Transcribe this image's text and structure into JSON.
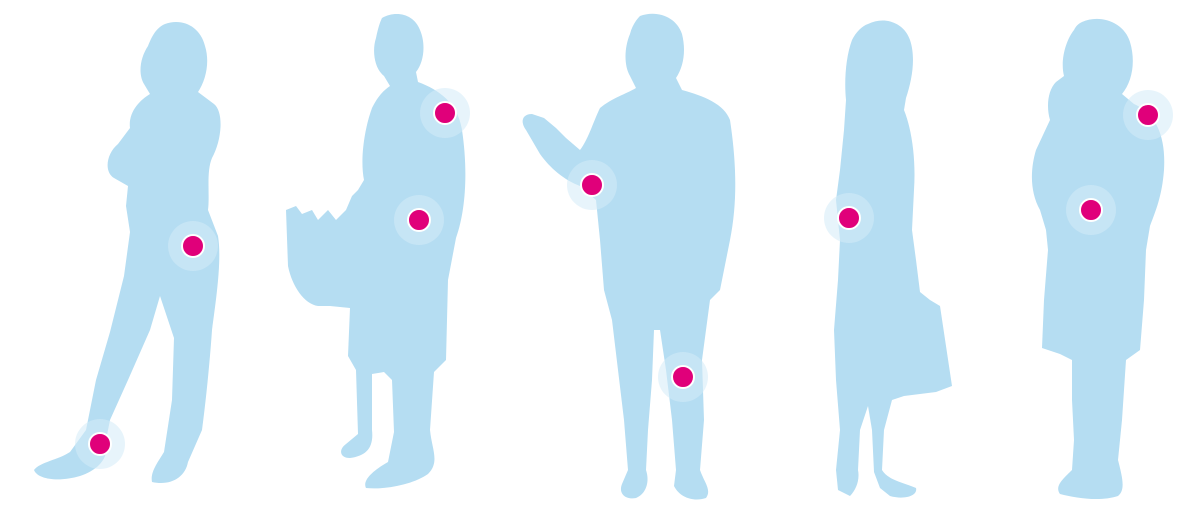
{
  "colors": {
    "background": "#ffffff",
    "silhouette": "#b5ddf2",
    "marker_halo": "#d4ebf7",
    "marker_dot": "#e0007a"
  },
  "figures": [
    {
      "name": "woman-arms-crossed",
      "markers": [
        "hip",
        "ankle"
      ]
    },
    {
      "name": "man-with-basket",
      "markers": [
        "shoulder",
        "hip"
      ]
    },
    {
      "name": "man-gesturing",
      "markers": [
        "elbow",
        "knee"
      ]
    },
    {
      "name": "woman-with-bag",
      "markers": [
        "hand"
      ]
    },
    {
      "name": "woman-on-phone",
      "markers": [
        "shoulder",
        "waist"
      ]
    }
  ]
}
